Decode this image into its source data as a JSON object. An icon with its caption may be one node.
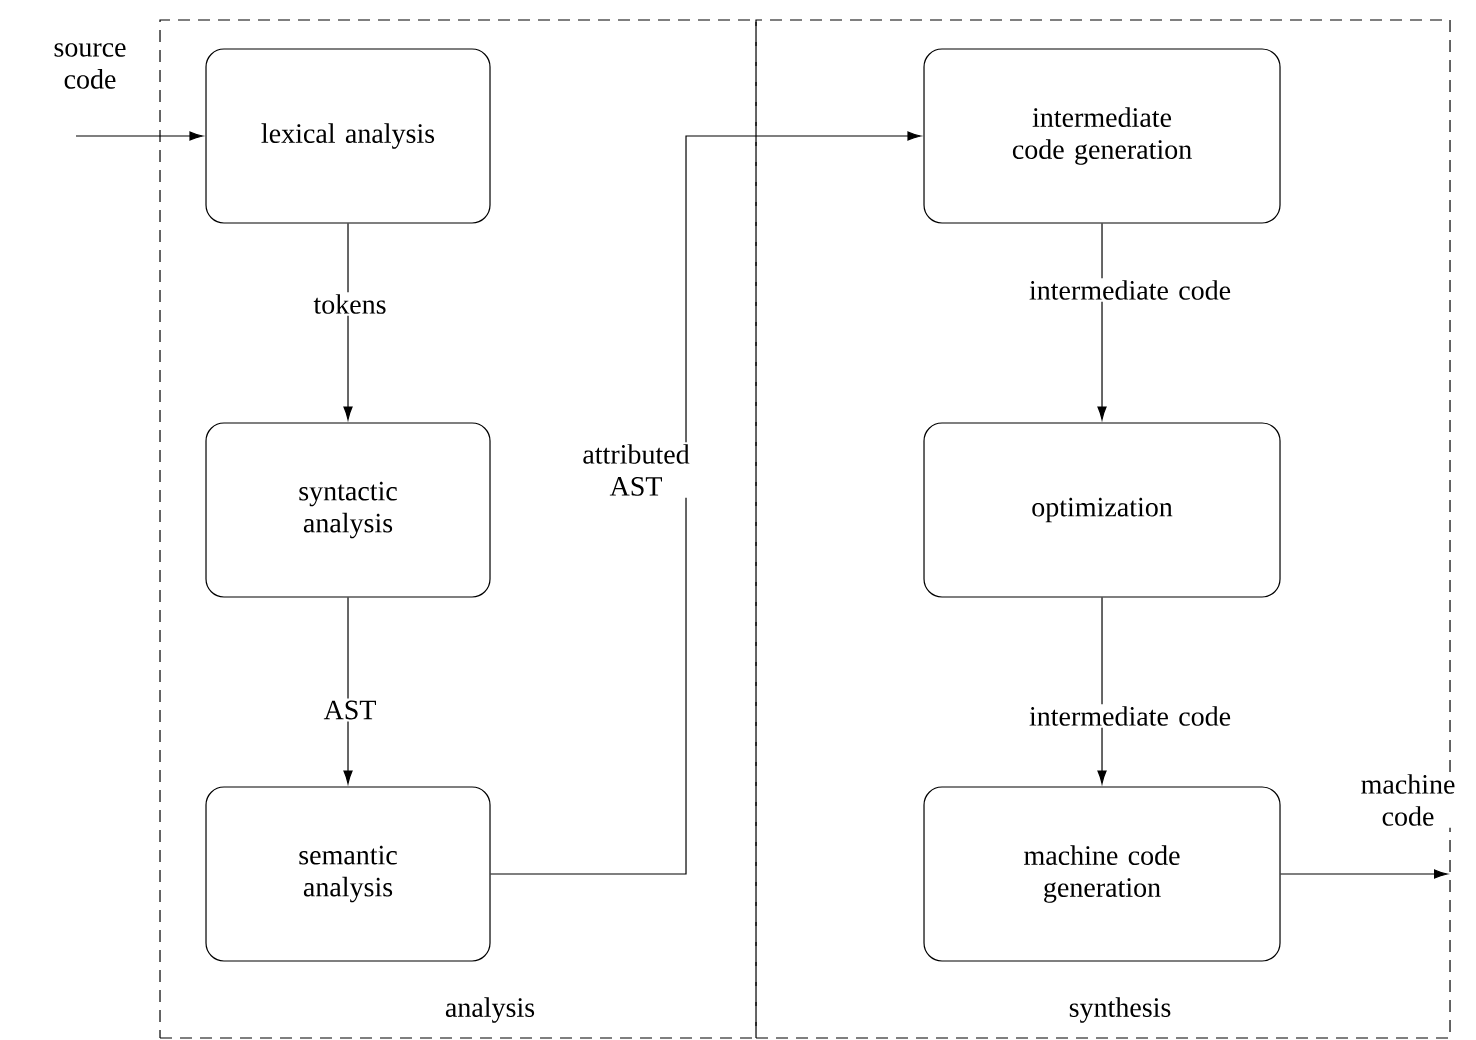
{
  "diagram": {
    "nodes": [
      {
        "text": [
          "analysis"
        ]
      },
      {
        "text": [
          "lexical analysis"
        ],
        "in": 0
      },
      {
        "text": [
          "syntactic analysis"
        ],
        "in": 0
      },
      {
        "text": [
          "semantic analysis"
        ],
        "in": 0
      },
      {
        "text": [
          "synthesis"
        ]
      },
      {
        "text": [
          "intermediate code generation"
        ],
        "in": 4
      },
      {
        "text": [
          "optimization"
        ],
        "in": 4
      },
      {
        "text": [
          "machine code generation"
        ],
        "in": 4
      }
    ],
    "edges": [
      {
        "from": null,
        "to": 1,
        "arrow": "to",
        "label": "source code"
      },
      {
        "from": 1,
        "to": 2,
        "arrow": "to",
        "label": "tokens"
      },
      {
        "from": 2,
        "to": 3,
        "arrow": "to",
        "label": "AST"
      },
      {
        "from": 3,
        "to": 5,
        "arrow": "to",
        "label": "attributed AST"
      },
      {
        "from": 5,
        "to": 6,
        "arrow": "to",
        "label": "intermediate code"
      },
      {
        "from": 6,
        "to": 7,
        "arrow": "to",
        "label": "intermediate code"
      },
      {
        "from": 7,
        "to": null,
        "arrow": "to",
        "label": "machine code"
      }
    ]
  }
}
